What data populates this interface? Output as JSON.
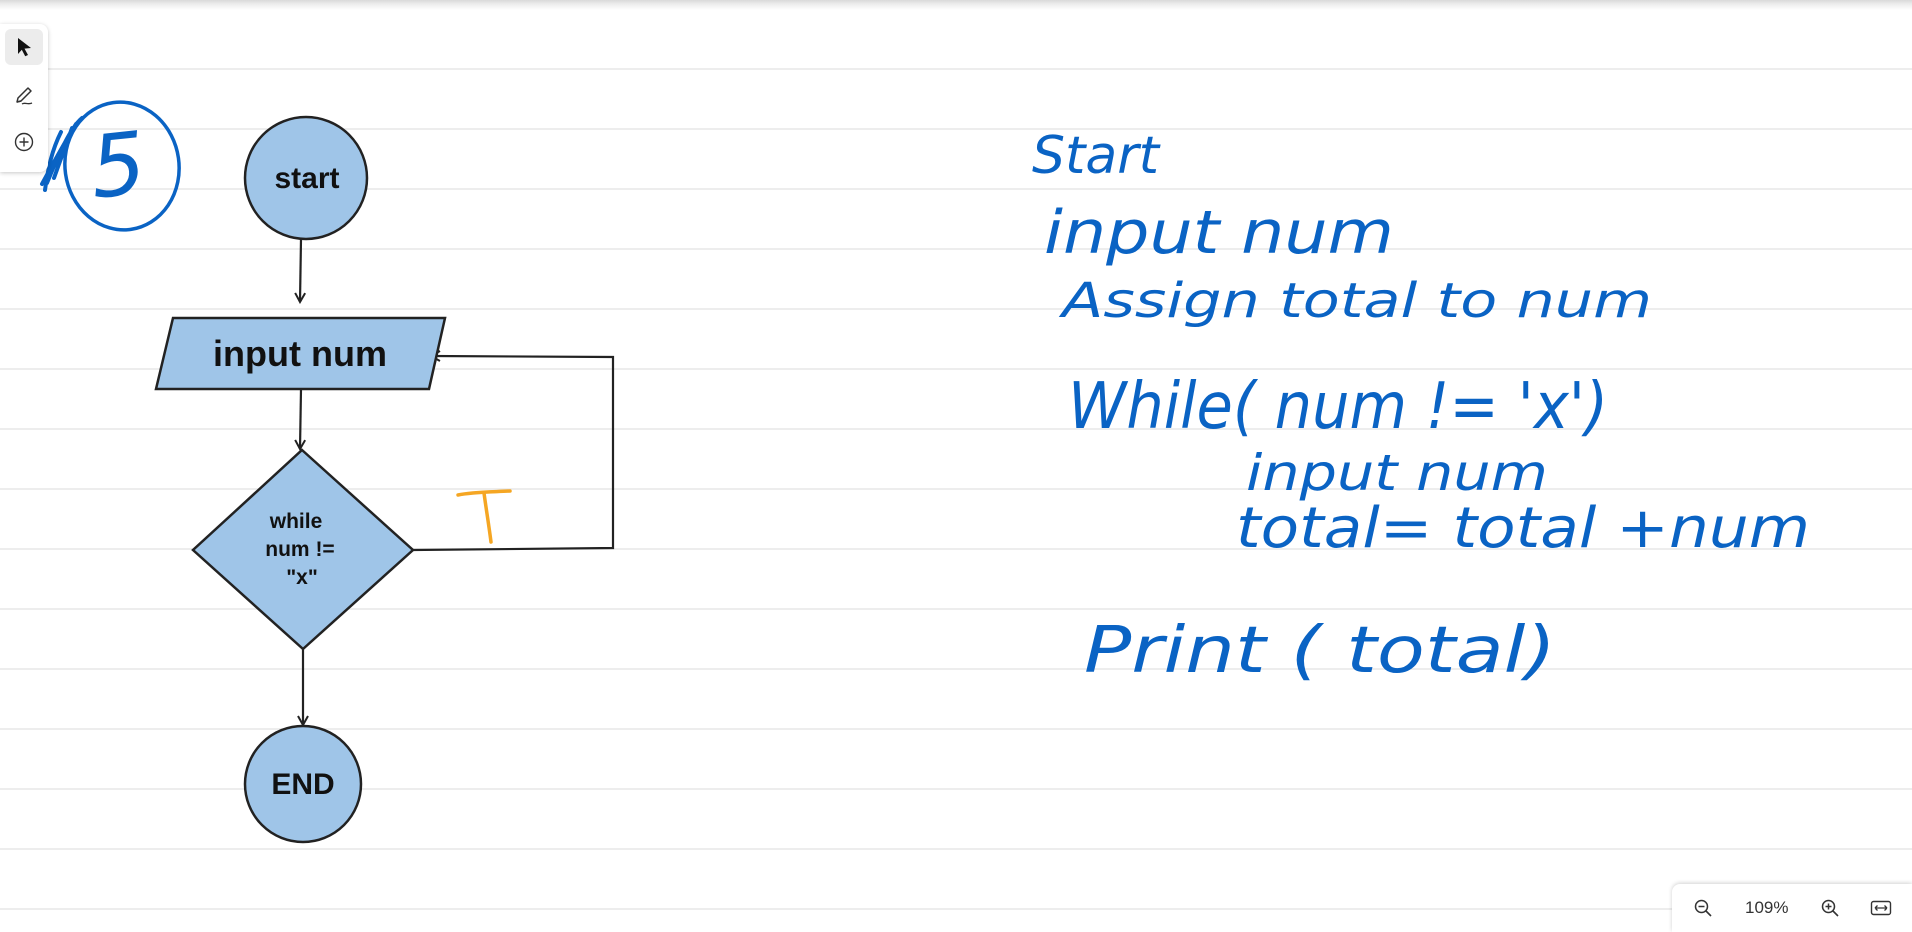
{
  "colors": {
    "shape_fill": "#9fc5e8",
    "shape_stroke": "#222222",
    "ink_blue": "#0a63c4",
    "ink_orange": "#f5a623",
    "rule_line": "#e2e2e2"
  },
  "toolbar": {
    "tools": [
      {
        "name": "select",
        "icon": "pointer-arrow-icon",
        "active": true
      },
      {
        "name": "pen",
        "icon": "pen-icon",
        "active": false
      },
      {
        "name": "add",
        "icon": "add-circle-icon",
        "active": false
      }
    ]
  },
  "flowchart": {
    "start_label": "start",
    "input_label": "input num",
    "decision_lines": [
      "while",
      "num !=",
      "\"x\""
    ],
    "end_label": "END",
    "loop_true_label": "T"
  },
  "handwriting": {
    "question_number": "5",
    "lines": [
      "Start",
      "input num",
      "Assign total to num",
      "While( num != 'x')",
      "input num",
      "total= total +num",
      "Print ( total)"
    ]
  },
  "zoom": {
    "level": "109%",
    "zoom_out_icon": "zoom-out-icon",
    "zoom_in_icon": "zoom-in-icon",
    "fit_width_icon": "fit-width-icon"
  }
}
